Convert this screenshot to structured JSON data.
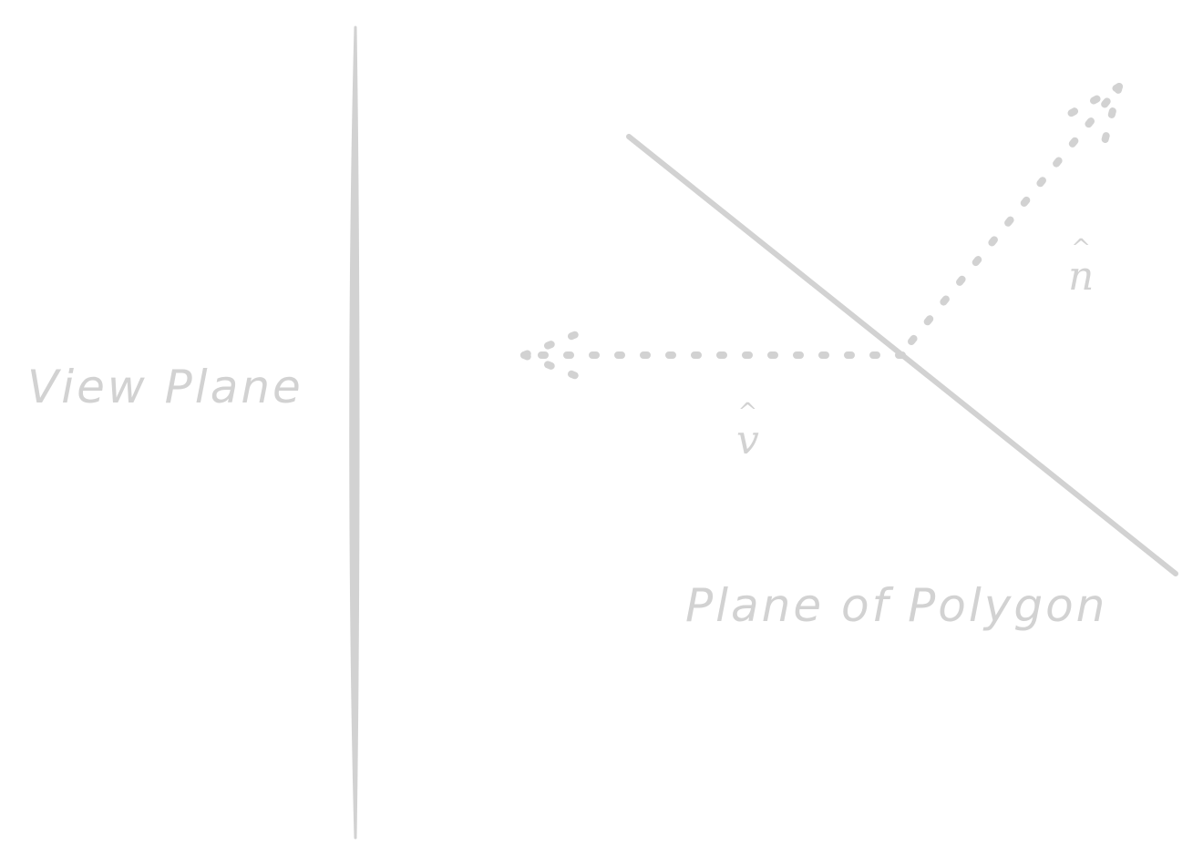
{
  "labels": {
    "view_plane": "View Plane",
    "polygon_plane": "Plane of Polygon",
    "view_vector": "v",
    "normal_vector": "n",
    "hat_symbol": "^"
  },
  "colors": {
    "stroke": "#d2d2d2",
    "text": "#d2d2d2",
    "background": "#ffffff"
  }
}
